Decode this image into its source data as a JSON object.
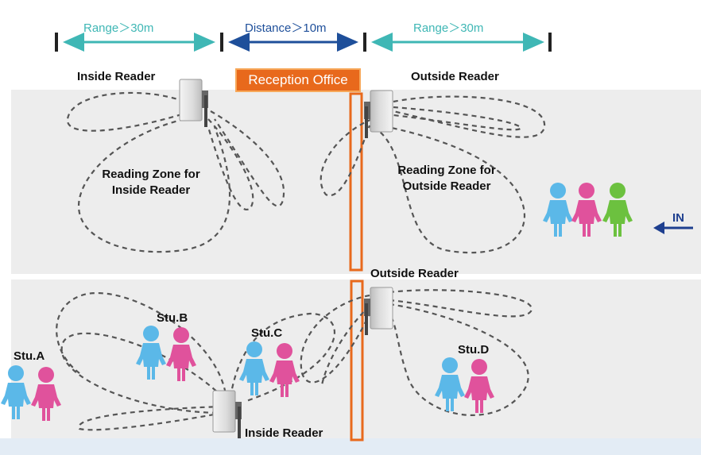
{
  "dimensions": {
    "range_left": "Range＞30m",
    "distance": "Distance＞10m",
    "range_right": "Range＞30m"
  },
  "office": {
    "label": "Reception Office"
  },
  "top_panel": {
    "inside_reader": "Inside Reader",
    "outside_reader": "Outside Reader",
    "zone_inside": [
      "Reading Zone for",
      "Inside Reader"
    ],
    "zone_outside": [
      "Reading Zone for",
      "Outside Reader"
    ],
    "in_label": "IN"
  },
  "bottom_panel": {
    "outside_reader": "Outside Reader",
    "inside_reader": "Inside Reader",
    "students": [
      "Stu.A",
      "Stu.B",
      "Stu.C",
      "Stu.D"
    ]
  },
  "colors": {
    "panel_bg": "#eeeeee",
    "office_orange": "#e8691c",
    "range_arrow": "#3fb7b5",
    "distance_arrow": "#1e4f9a",
    "person_blue": "#5bb8e8",
    "person_pink": "#e0529c",
    "person_green": "#6cc13f",
    "dash_line": "#555555"
  },
  "icons": [
    "antenna-reader-icon",
    "person-icon",
    "in-arrow-icon"
  ]
}
